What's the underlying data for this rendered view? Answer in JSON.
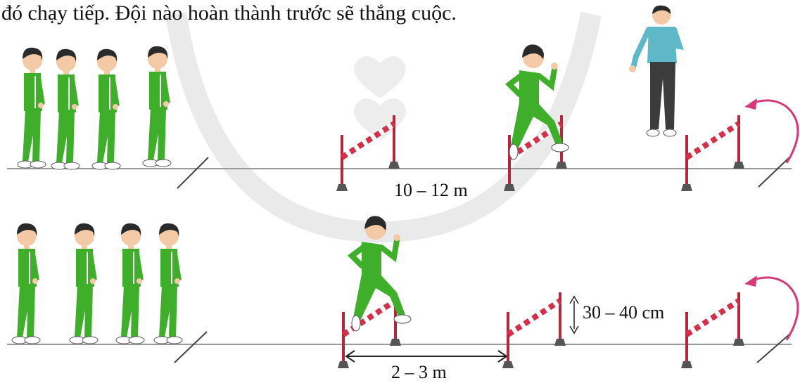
{
  "caption": "đó chạy tiếp. Đội nào hoàn thành trước sẽ thắng cuộc.",
  "labels": {
    "distance_top": "10 – 12 m",
    "height": "30 – 40 cm",
    "distance_bottom": "2 – 3 m"
  },
  "colors": {
    "uniform": "#3fae2a",
    "uniform_dark": "#2a8a1c",
    "hair": "#2a2a2a",
    "skin": "#f4c9a6",
    "hurdle_red": "#d4304a",
    "turn_arrow": "#d63a7a",
    "ground": "#9a9a9a",
    "watermark": "#e6e6e6"
  }
}
